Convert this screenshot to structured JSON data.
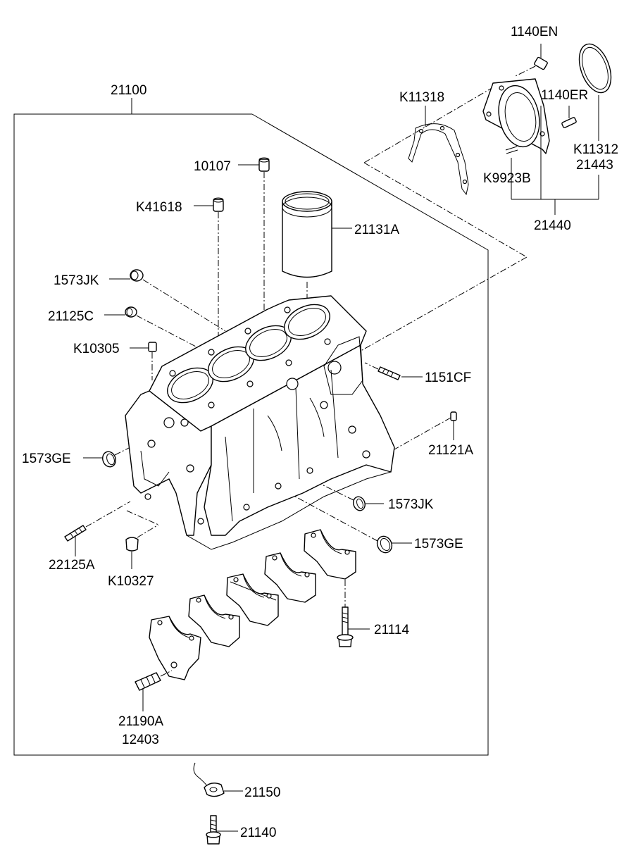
{
  "labels": {
    "assembly": "21100",
    "rear_bolt_a": "1140EN",
    "rear_bolt_b": "1140ER",
    "rear_gasket": "K11318",
    "oil_seal_a": "K11312",
    "oil_seal_b": "21443",
    "rear_pin": "K9923B",
    "rear_case": "21440",
    "dowel_top": "10107",
    "dowel_mid": "K41618",
    "liner": "21131A",
    "plug_jk_top": "1573JK",
    "plug_125c": "21125C",
    "dowel_305": "K10305",
    "stud": "1151CF",
    "plug_ge_left": "1573GE",
    "plug_121a": "21121A",
    "plug_jk_bottom": "1573JK",
    "plug_ge_right": "1573GE",
    "stud_bottom": "22125A",
    "pin_327": "K10327",
    "cap_bolt": "21114",
    "jet_a": "21190A",
    "jet_b": "12403",
    "knock_sensor": "21150",
    "sensor_bolt": "21140"
  }
}
